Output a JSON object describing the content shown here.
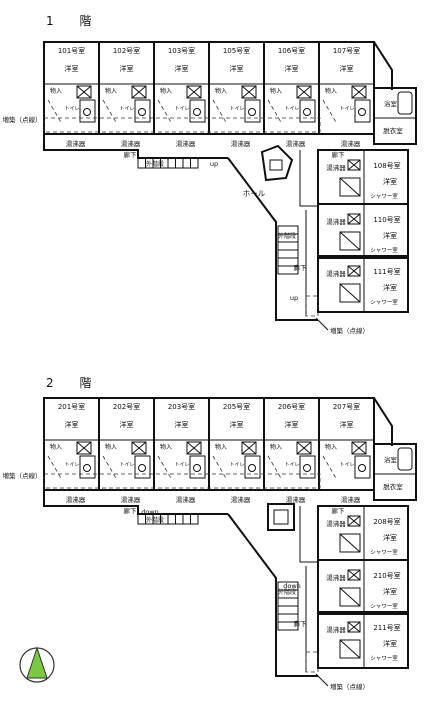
{
  "floors": [
    {
      "number": "1",
      "kanji": "階",
      "units": [
        "101号室",
        "102号室",
        "103号室",
        "105号室",
        "106号室",
        "107号室"
      ],
      "east_units": [
        "108号室",
        "110号室",
        "111号室"
      ],
      "labels": {
        "room": "洋室",
        "closet": "物入",
        "toilet": "トイレ",
        "water_heater": "湯沸器",
        "corridor": "廊下",
        "bath": "浴室",
        "dressing": "脱衣室",
        "shower": "シャワー室",
        "hall": "ホール",
        "ext_stair": "外階段",
        "up": "up",
        "extension_left": "増築（点線）",
        "extension_bottom": "増築（点線）"
      }
    },
    {
      "number": "2",
      "kanji": "階",
      "units": [
        "201号室",
        "202号室",
        "203号室",
        "205号室",
        "206号室",
        "207号室"
      ],
      "east_units": [
        "208号室",
        "210号室",
        "211号室"
      ],
      "labels": {
        "room": "洋室",
        "closet": "物入",
        "toilet": "トイレ",
        "water_heater": "湯沸器",
        "corridor": "廊下",
        "bath": "浴室",
        "dressing": "脱衣室",
        "shower": "シャワー室",
        "ext_stair": "外階段",
        "down": "down",
        "extension_left": "増築（点線）",
        "extension_bottom": "増築（点線）"
      }
    }
  ],
  "north_icon": "north-arrow-icon",
  "colors": {
    "line": "#111111",
    "arrow_fill": "#7ac943",
    "arrow_stroke": "#333333"
  }
}
